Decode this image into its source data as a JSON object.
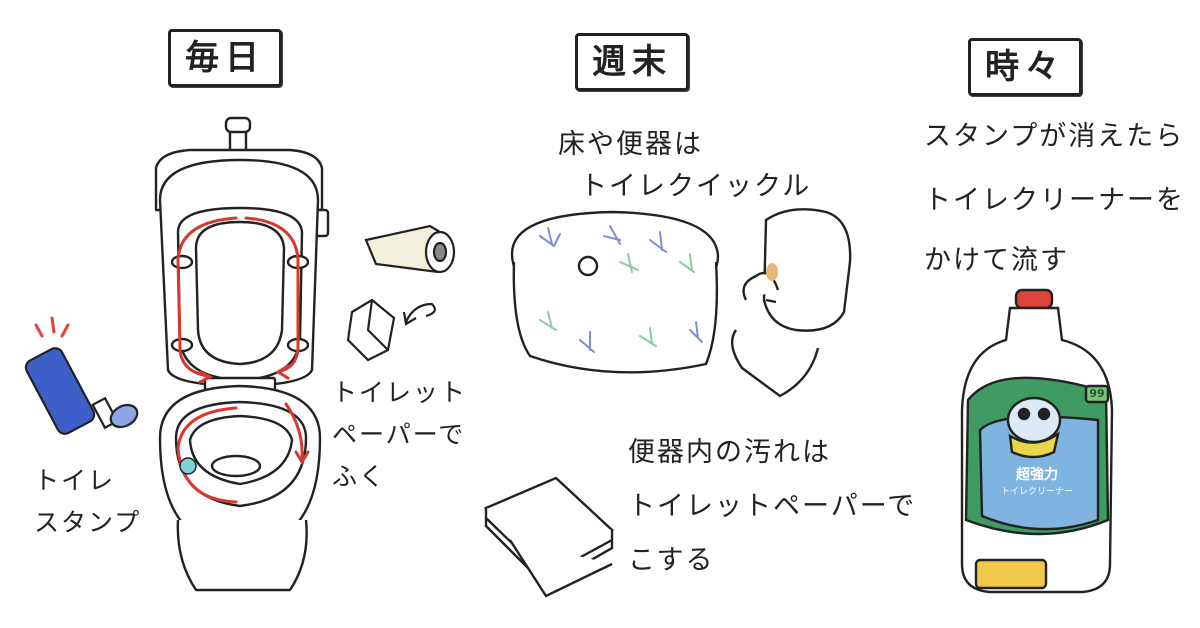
{
  "sections": {
    "daily": {
      "title": "毎日"
    },
    "weekend": {
      "title": "週末"
    },
    "sometimes": {
      "title": "時々"
    }
  },
  "notes": {
    "tissue_line1": "トイレット",
    "tissue_line2": "ペーパーで",
    "tissue_line3": "ふく",
    "stamp_line1": "トイレ",
    "stamp_line2": "スタンプ",
    "floor_line1": "床や便器は",
    "floor_line2": "トイレクイックル",
    "bowl_line1": "便器内の汚れは",
    "bowl_line2": "トイレットペーパーで",
    "bowl_line3": "こする",
    "cleaner_line1": "スタンプが消えたら",
    "cleaner_line2": "トイレクリーナーを",
    "cleaner_line3": "かけて流す"
  },
  "bottle_label": {
    "badge": "99",
    "line1": "超強力",
    "line2": "トイレクリーナー"
  },
  "colors": {
    "ink": "#222222",
    "wipe_arrow": "#d8392e",
    "stamp_blue": "#3f5fc8",
    "stamp_mark": "#e0433a",
    "bottle_green": "#3f9b62",
    "bottle_cap": "#e0433a",
    "bottle_label_blue": "#7fb3e0",
    "stamp_dot": "#7fd3d8",
    "leaf_blue": "#7d8fd8",
    "leaf_green": "#8ccba3"
  }
}
